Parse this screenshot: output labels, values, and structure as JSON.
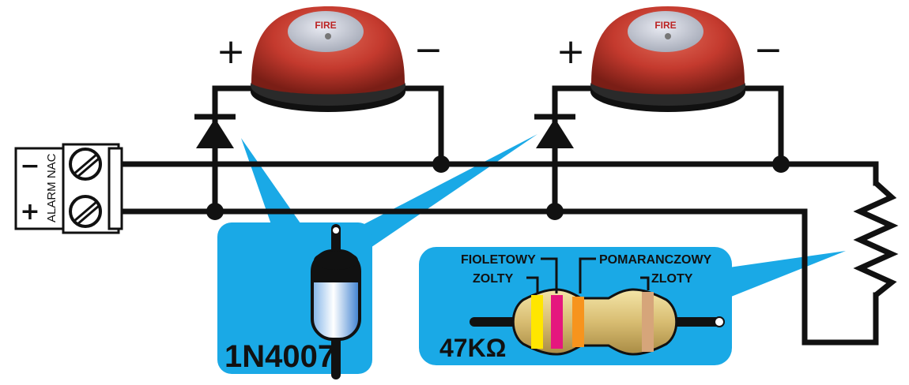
{
  "terminal": {
    "minus": "−",
    "plus": "+",
    "label": "ALARM NAC"
  },
  "bells": [
    {
      "label": "FIRE",
      "plus": "+",
      "minus": "−"
    },
    {
      "label": "FIRE",
      "plus": "+",
      "minus": "−"
    }
  ],
  "diode_callout": {
    "label": "1N4007"
  },
  "resistor_callout": {
    "value": "47KΩ",
    "bands": [
      {
        "name": "ZOLTY",
        "color": "#ffe600"
      },
      {
        "name": "FIOLETOWY",
        "color": "#e5177e"
      },
      {
        "name": "POMARANCZOWY",
        "color": "#f7941d"
      },
      {
        "name": "ZLOTY",
        "color": "#d6a57a"
      }
    ]
  },
  "colors": {
    "wire": "#111111",
    "callout": "#1aa9e6",
    "bell_red": "#c43a2e",
    "bell_face": "#c9ccd6"
  }
}
